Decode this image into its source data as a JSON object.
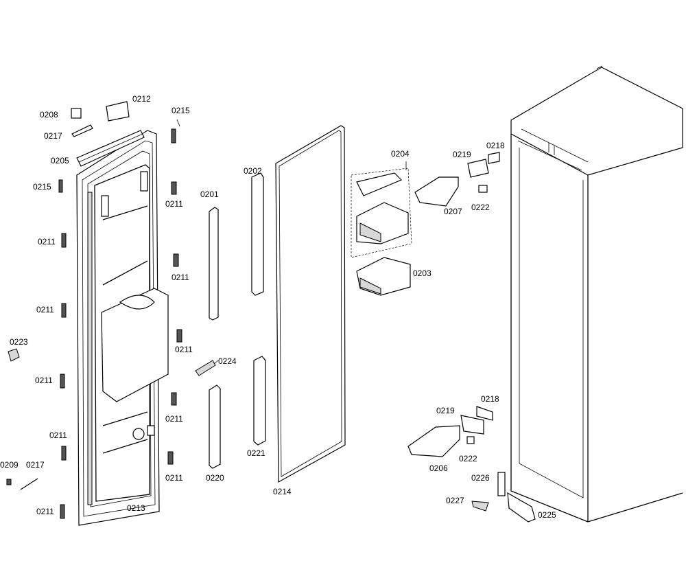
{
  "parts": [
    {
      "key": "p0208",
      "label": "0208"
    },
    {
      "key": "p0212",
      "label": "0212"
    },
    {
      "key": "p0215a",
      "label": "0215"
    },
    {
      "key": "p0217a",
      "label": "0217"
    },
    {
      "key": "p0205",
      "label": "0205"
    },
    {
      "key": "p0215b",
      "label": "0215"
    },
    {
      "key": "p0211a",
      "label": "0211"
    },
    {
      "key": "p0211b",
      "label": "0211"
    },
    {
      "key": "p0211c",
      "label": "0211"
    },
    {
      "key": "p0211d",
      "label": "0211"
    },
    {
      "key": "p0211e",
      "label": "0211"
    },
    {
      "key": "p0211f",
      "label": "0211"
    },
    {
      "key": "p0211g",
      "label": "0211"
    },
    {
      "key": "p0211h",
      "label": "0211"
    },
    {
      "key": "p0211i",
      "label": "0211"
    },
    {
      "key": "p0211j",
      "label": "0211"
    },
    {
      "key": "p0201",
      "label": "0201"
    },
    {
      "key": "p0202",
      "label": "0202"
    },
    {
      "key": "p0223",
      "label": "0223"
    },
    {
      "key": "p0224",
      "label": "0224"
    },
    {
      "key": "p0209",
      "label": "0209"
    },
    {
      "key": "p0217b",
      "label": "0217"
    },
    {
      "key": "p0213",
      "label": "0213"
    },
    {
      "key": "p0220",
      "label": "0220"
    },
    {
      "key": "p0221",
      "label": "0221"
    },
    {
      "key": "p0214",
      "label": "0214"
    },
    {
      "key": "p0204",
      "label": "0204"
    },
    {
      "key": "p0203",
      "label": "0203"
    },
    {
      "key": "p0219a",
      "label": "0219"
    },
    {
      "key": "p0218a",
      "label": "0218"
    },
    {
      "key": "p0207",
      "label": "0207"
    },
    {
      "key": "p0222a",
      "label": "0222"
    },
    {
      "key": "p0219b",
      "label": "0219"
    },
    {
      "key": "p0218b",
      "label": "0218"
    },
    {
      "key": "p0222b",
      "label": "0222"
    },
    {
      "key": "p0206",
      "label": "0206"
    },
    {
      "key": "p0226",
      "label": "0226"
    },
    {
      "key": "p0227",
      "label": "0227"
    },
    {
      "key": "p0225",
      "label": "0225"
    }
  ]
}
